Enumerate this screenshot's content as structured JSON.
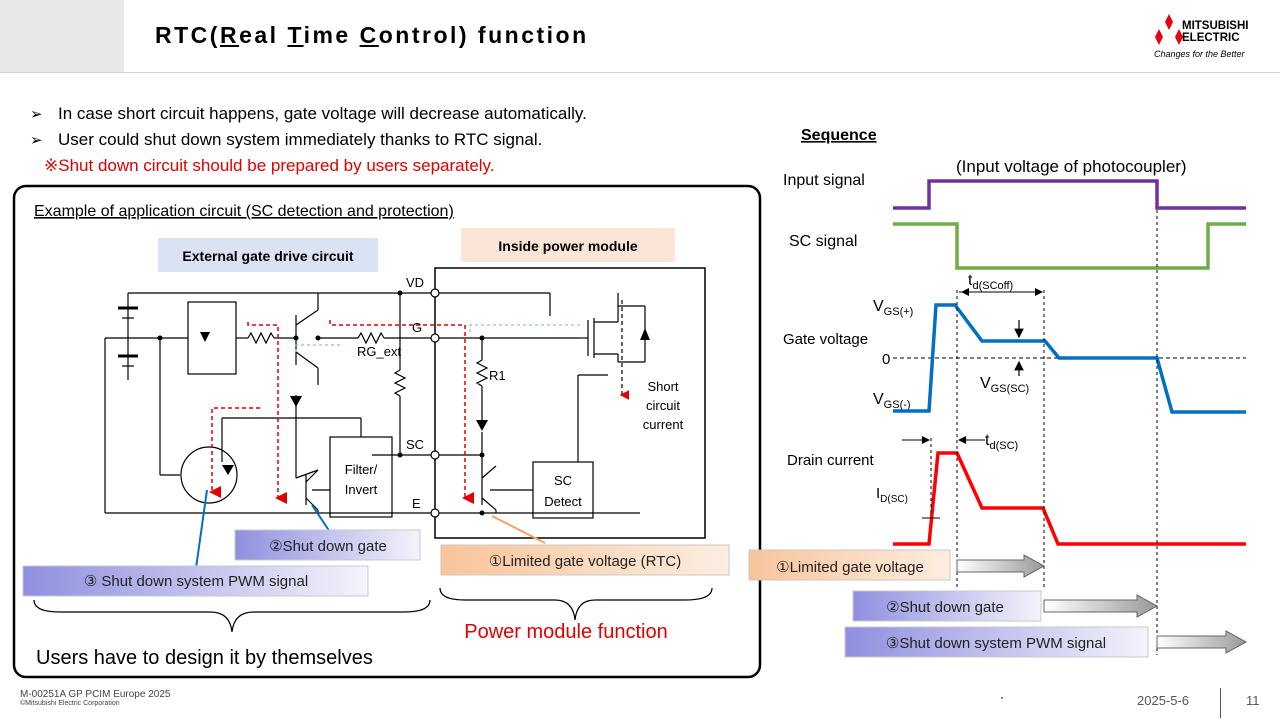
{
  "header": {
    "title_part1": "RTC(",
    "title_R": "R",
    "title_eal": "eal ",
    "title_T": "T",
    "title_ime": "ime ",
    "title_C": "C",
    "title_rest": "ontrol) function",
    "logo_name": "MITSUBISHI",
    "logo_name2": "ELECTRIC",
    "logo_tagline": "Changes for the Better"
  },
  "bullets": [
    "In case short circuit happens, gate voltage will decrease automatically.",
    "User could shut down system immediately thanks to RTC signal."
  ],
  "note": "※Shut down circuit should be prepared by users separately.",
  "circuit": {
    "caption": "Example of application circuit (SC detection and protection)",
    "external_label": "External gate drive circuit",
    "inside_label": "Inside power module",
    "node_vd": "VD",
    "node_g": "G",
    "node_sc": "SC",
    "node_e": "E",
    "rg_label": "RG_ext",
    "r1_label": "R1",
    "filter_line1": "Filter/",
    "filter_line2": "Invert",
    "scdetect_line1": "SC",
    "scdetect_line2": "Detect",
    "short_line1": "Short",
    "short_line2": "circuit",
    "short_line3": "current",
    "callout_shutdown_gate": "②Shut down gate",
    "callout_pwm": "③ Shut down system PWM signal",
    "callout_limited": "①Limited gate voltage (RTC)",
    "bottom_users": "Users have to design it by themselves",
    "bottom_module": "Power module function"
  },
  "sequence": {
    "title": "Sequence",
    "input_note": "(Input voltage of photocoupler)",
    "input_signal": "Input signal",
    "sc_signal": "SC signal",
    "gate_voltage": "Gate voltage",
    "drain_current": "Drain current",
    "zero": "0",
    "vgs_plus_main": "V",
    "vgs_plus_sub": "GS(+)",
    "vgs_minus_main": "V",
    "vgs_minus_sub": "GS(-)",
    "vgs_sc_main": "V",
    "vgs_sc_sub": "GS(SC)",
    "td_scoff_main": "t",
    "td_scoff_sub": "d(SCoff)",
    "td_sc_main": "t",
    "td_sc_sub": "d(SC)",
    "id_sc_main": "I",
    "id_sc_sub": "D(SC)",
    "box_limited": "①Limited gate voltage",
    "box_shutdown": "②Shut down gate",
    "box_pwm": "③Shut down system PWM signal",
    "colors": {
      "input": "#7030a0",
      "sc": "#70ad47",
      "gate": "#0070c0",
      "drain": "#ff0000"
    }
  },
  "footer": {
    "doc_id": "M-00251A GP PCIM Europe 2025",
    "copyright": "©Mitsubishi Electric Corporation",
    "date": "2025-5-6",
    "page": "11"
  }
}
